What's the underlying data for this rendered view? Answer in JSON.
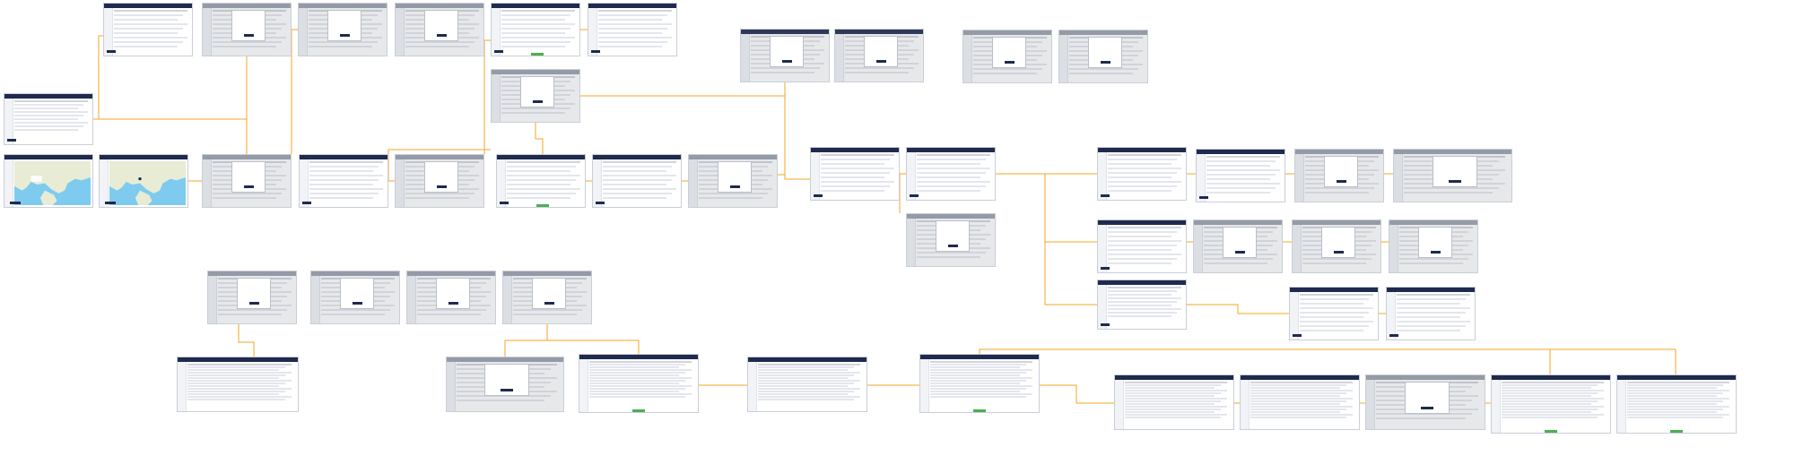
{
  "colors": {
    "connector": "#f5a623",
    "header": "#1f2a4d",
    "header_dim": "#9aa1ae",
    "map_water": "#7ecbef",
    "map_land": "#e9ecd4",
    "accent_button": "#4caf50"
  },
  "screens": [
    {
      "id": "s01",
      "kind": "list",
      "dim": false
    },
    {
      "id": "s02",
      "kind": "map",
      "dim": false
    },
    {
      "id": "s03",
      "kind": "map",
      "dim": false,
      "marker": true
    },
    {
      "id": "s04",
      "kind": "list",
      "dim": false
    },
    {
      "id": "s05",
      "kind": "modal",
      "dim": true
    },
    {
      "id": "s06",
      "kind": "modal",
      "dim": true
    },
    {
      "id": "s07",
      "kind": "modal",
      "dim": true
    },
    {
      "id": "s08",
      "kind": "list",
      "dim": false,
      "green": true
    },
    {
      "id": "s09",
      "kind": "list",
      "dim": false
    },
    {
      "id": "s10",
      "kind": "modal",
      "dim": true
    },
    {
      "id": "s11",
      "kind": "list",
      "dim": false
    },
    {
      "id": "s12",
      "kind": "modal",
      "dim": true
    },
    {
      "id": "s13",
      "kind": "modal",
      "dim": true
    },
    {
      "id": "s14",
      "kind": "list",
      "dim": false,
      "green": true
    },
    {
      "id": "s15",
      "kind": "list",
      "dim": false
    },
    {
      "id": "s16",
      "kind": "modal",
      "dim": true
    },
    {
      "id": "s17",
      "kind": "form",
      "dim": false
    },
    {
      "id": "s18",
      "kind": "form",
      "dim": false
    },
    {
      "id": "s19",
      "kind": "modal",
      "dim": true
    },
    {
      "id": "s20",
      "kind": "modal",
      "dim": true
    },
    {
      "id": "s21",
      "kind": "list",
      "dim": false
    },
    {
      "id": "s22",
      "kind": "list",
      "dim": false
    },
    {
      "id": "s23",
      "kind": "modal",
      "dim": true
    },
    {
      "id": "s24",
      "kind": "list",
      "dim": false
    },
    {
      "id": "s25",
      "kind": "list",
      "dim": false
    },
    {
      "id": "s26",
      "kind": "modal",
      "dim": true
    },
    {
      "id": "s27",
      "kind": "modal",
      "dim": true
    },
    {
      "id": "s28",
      "kind": "list",
      "dim": false
    },
    {
      "id": "s29",
      "kind": "modal",
      "dim": true
    },
    {
      "id": "s30",
      "kind": "modal",
      "dim": true
    },
    {
      "id": "s31",
      "kind": "modal",
      "dim": true
    },
    {
      "id": "s32",
      "kind": "list",
      "dim": false
    },
    {
      "id": "s33",
      "kind": "list",
      "dim": false
    },
    {
      "id": "s34",
      "kind": "list",
      "dim": false
    },
    {
      "id": "s35",
      "kind": "modal",
      "dim": true
    },
    {
      "id": "s36",
      "kind": "modal",
      "dim": true
    },
    {
      "id": "s37",
      "kind": "modal",
      "dim": true
    },
    {
      "id": "s38",
      "kind": "modal",
      "dim": true
    },
    {
      "id": "s39",
      "kind": "table",
      "dim": false
    },
    {
      "id": "s40",
      "kind": "modal",
      "dim": true
    },
    {
      "id": "s41",
      "kind": "table",
      "dim": false,
      "green": true
    },
    {
      "id": "s42",
      "kind": "table",
      "dim": false
    },
    {
      "id": "s43",
      "kind": "table",
      "dim": false,
      "green": true
    },
    {
      "id": "s44",
      "kind": "table",
      "dim": false
    },
    {
      "id": "s45",
      "kind": "table",
      "dim": false
    },
    {
      "id": "s46",
      "kind": "modal",
      "dim": true
    },
    {
      "id": "s47",
      "kind": "table",
      "dim": false,
      "green": true
    },
    {
      "id": "s48",
      "kind": "table",
      "dim": false,
      "green": true
    }
  ]
}
